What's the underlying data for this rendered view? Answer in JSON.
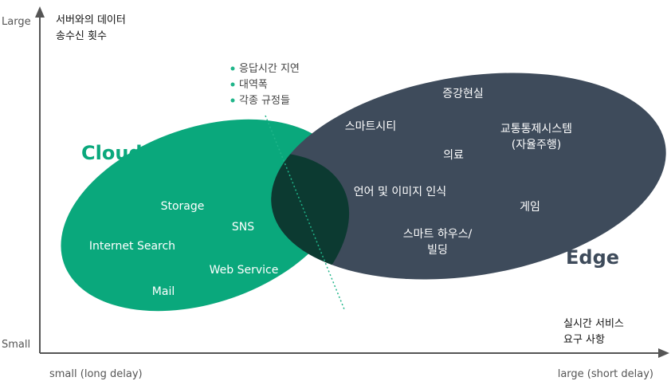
{
  "axes": {
    "y_top": "Large",
    "y_bottom": "Small",
    "y_title_line1": "서버와의 데이터",
    "y_title_line2": "송수신 횟수",
    "x_left": "small (long delay)",
    "x_right": "large (short delay)",
    "x_title_line1": "실시간 서비스",
    "x_title_line2": "요구 사항"
  },
  "notes": [
    "응답시간 지연",
    "대역폭",
    "각종 규정들"
  ],
  "cloud": {
    "title": "Cloud",
    "items": [
      "Storage",
      "SNS",
      "Internet Search",
      "Web Service",
      "Mail"
    ]
  },
  "edge": {
    "title": "Edge",
    "items": [
      "증강현실",
      "스마트시티",
      "교통통제시스템",
      "(자율주행)",
      "의료",
      "언어 및 이미지 인식",
      "게임",
      "스마트 하우스/",
      "빌딩"
    ]
  },
  "colors": {
    "cloud": "#0aa87c",
    "edge": "#3e4b5b",
    "overlap": "#0c3a31",
    "axis": "#555555",
    "bullet": "#20b58a",
    "divider": "#20b58a"
  }
}
